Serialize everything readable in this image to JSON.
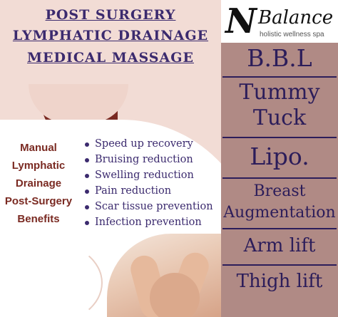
{
  "title": {
    "line1": "POST SURGERY",
    "line2": "LYMPHATIC DRAINAGE",
    "line3": "MEDICAL MASSAGE"
  },
  "side_label": [
    "Manual",
    "Lymphatic",
    "Drainage",
    "Post-Surgery",
    "Benefits"
  ],
  "benefits": [
    "Speed up recovery",
    "Bruising reduction",
    "Swelling reduction",
    "Pain reduction",
    "Scar tissue prevention",
    "Infection prevention"
  ],
  "logo": {
    "letter": "N",
    "name": "Balance",
    "tagline": "holistic wellness spa"
  },
  "procedures": [
    "B.B.L",
    "Tummy",
    "Tuck",
    "Lipo.",
    "Breast",
    "Augmentation",
    "Arm lift",
    "Thigh lift"
  ],
  "colors": {
    "navy": "#2c1d5a",
    "maroon": "#7a2a22",
    "panel": "#b08a85",
    "background": "#f2dcd5"
  }
}
